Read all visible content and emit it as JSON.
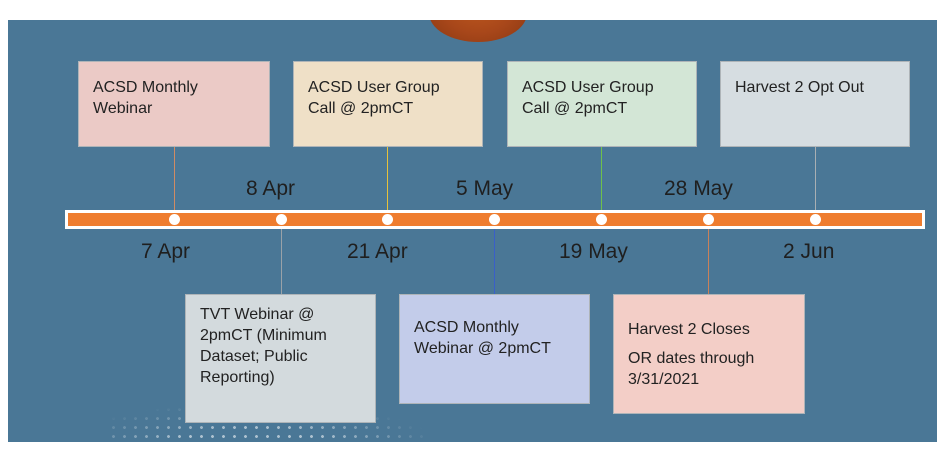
{
  "events": [
    {
      "key": "e1",
      "date": "7 Apr",
      "text": "ACSD Monthly Webinar",
      "text2": "",
      "color": "#ebcac6",
      "line_color": "#cf8b64"
    },
    {
      "key": "e2",
      "date": "8 Apr",
      "text": "TVT Webinar @ 2pmCT (Minimum Dataset; Public Reporting)",
      "text2": "",
      "color": "#d3dadd",
      "line_color": "#9aa2a8"
    },
    {
      "key": "e3",
      "date": "21 Apr",
      "text": "ACSD User Group Call @ 2pmCT",
      "text2": "",
      "color": "#efe0c7",
      "line_color": "#e7c23a"
    },
    {
      "key": "e4",
      "date": "5 May",
      "text": "ACSD Monthly Webinar @ 2pmCT",
      "text2": "",
      "color": "#c3ccea",
      "line_color": "#3a5fc9"
    },
    {
      "key": "e5",
      "date": "19 May",
      "text": "ACSD User Group Call @ 2pmCT",
      "text2": "",
      "color": "#d3e6d6",
      "line_color": "#6ec04b"
    },
    {
      "key": "e6",
      "date": "28 May",
      "text": "Harvest 2 Closes",
      "text2": "OR dates through 3/31/2021",
      "color": "#f3cec7",
      "line_color": "#c8815a"
    },
    {
      "key": "e7",
      "date": "2 Jun",
      "text": "Harvest 2 Opt Out",
      "text2": "",
      "color": "#d6dde1",
      "line_color": "#a9afb3"
    }
  ],
  "timeline": {
    "color": "#ef7d2f",
    "background": "#4a7796"
  }
}
